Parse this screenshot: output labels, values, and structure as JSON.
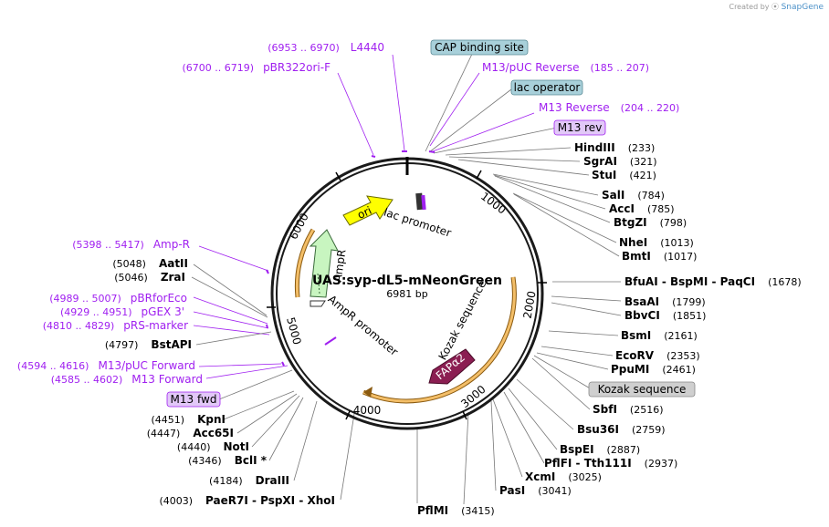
{
  "plasmid": {
    "name": "UAS:syp-dL5-mNeonGreen",
    "size": "6981 bp"
  },
  "credit": {
    "created_by": "Created by",
    "brand": "SnapGene"
  },
  "ticks": [
    {
      "id": "t1000",
      "label": "1000"
    },
    {
      "id": "t2000",
      "label": "2000"
    },
    {
      "id": "t3000",
      "label": "3000"
    },
    {
      "id": "t4000",
      "label": "4000"
    },
    {
      "id": "t5000",
      "label": "5000"
    },
    {
      "id": "t6000",
      "label": "6000"
    }
  ],
  "features": {
    "ori": "ori",
    "lac_promoter": "lac promoter",
    "ampr_arrow": "AmpR",
    "ampr_label": "AmpR",
    "ampr_promoter": "AmpR promoter",
    "kozak_sequence": "Kozak sequence",
    "fapa2": "FAPα2"
  },
  "enzymes": [
    {
      "id": "hindiii",
      "name": "HindIII",
      "pos": "(233)"
    },
    {
      "id": "sgrai",
      "name": "SgrAI",
      "pos": "(321)"
    },
    {
      "id": "stui",
      "name": "StuI",
      "pos": "(421)"
    },
    {
      "id": "sali",
      "name": "SalI",
      "pos": "(784)"
    },
    {
      "id": "acci",
      "name": "AccI",
      "pos": "(785)"
    },
    {
      "id": "btgzi",
      "name": "BtgZI",
      "pos": "(798)"
    },
    {
      "id": "nhei",
      "name": "NheI",
      "pos": "(1013)"
    },
    {
      "id": "bmti",
      "name": "BmtI",
      "pos": "(1017)"
    },
    {
      "id": "bfuai",
      "name": "BfuAI - BspMI - PaqCI",
      "pos": "(1678)"
    },
    {
      "id": "bsaai",
      "name": "BsaAI",
      "pos": "(1799)"
    },
    {
      "id": "bbvci",
      "name": "BbvCI",
      "pos": "(1851)"
    },
    {
      "id": "bsmi",
      "name": "BsmI",
      "pos": "(2161)"
    },
    {
      "id": "ecorv",
      "name": "EcoRV",
      "pos": "(2353)"
    },
    {
      "id": "ppumi",
      "name": "PpuMI",
      "pos": "(2461)"
    },
    {
      "id": "sbfi",
      "name": "SbfI",
      "pos": "(2516)"
    },
    {
      "id": "bsu36i",
      "name": "Bsu36I",
      "pos": "(2759)"
    },
    {
      "id": "bspei",
      "name": "BspEI",
      "pos": "(2887)"
    },
    {
      "id": "pflfi",
      "name": "PflFI - Tth111I",
      "pos": "(2937)"
    },
    {
      "id": "xcmi",
      "name": "XcmI",
      "pos": "(3025)"
    },
    {
      "id": "pasi",
      "name": "PasI",
      "pos": "(3041)"
    },
    {
      "id": "pflmi",
      "name": "PflMI",
      "pos": "(3415)"
    },
    {
      "id": "paer7i",
      "name": "PaeR7I - PspXI - XhoI",
      "pos": "(4003)"
    },
    {
      "id": "draiii",
      "name": "DraIII",
      "pos": "(4184)"
    },
    {
      "id": "bcli",
      "name": "BclI *",
      "pos": "(4346)"
    },
    {
      "id": "noti",
      "name": "NotI",
      "pos": "(4440)"
    },
    {
      "id": "acc65i",
      "name": "Acc65I",
      "pos": "(4447)"
    },
    {
      "id": "kpni",
      "name": "KpnI",
      "pos": "(4451)"
    },
    {
      "id": "bstapi",
      "name": "BstAPI",
      "pos": "(4797)"
    },
    {
      "id": "zrai",
      "name": "ZraI",
      "pos": "(5046)"
    },
    {
      "id": "aatii",
      "name": "AatII",
      "pos": "(5048)"
    }
  ],
  "primers": [
    {
      "id": "l4440",
      "name": "L4440",
      "range": "(6953 .. 6970)"
    },
    {
      "id": "pbr322ori",
      "name": "pBR322ori-F",
      "range": "(6700 .. 6719)"
    },
    {
      "id": "m13puc_rev",
      "name": "M13/pUC Reverse",
      "range": "(185 .. 207)"
    },
    {
      "id": "m13_reverse",
      "name": "M13 Reverse",
      "range": "(204 .. 220)"
    },
    {
      "id": "ampr",
      "name": "Amp-R",
      "range": "(5398 .. 5417)"
    },
    {
      "id": "pbrforeco",
      "name": "pBRforEco",
      "range": "(4989 .. 5007)"
    },
    {
      "id": "pgex3",
      "name": "pGEX 3'",
      "range": "(4929 .. 4951)"
    },
    {
      "id": "prsmarker",
      "name": "pRS-marker",
      "range": "(4810 .. 4829)"
    },
    {
      "id": "m13puc_fwd",
      "name": "M13/pUC Forward",
      "range": "(4594 .. 4616)"
    },
    {
      "id": "m13_forward",
      "name": "M13 Forward",
      "range": "(4585 .. 4602)"
    }
  ],
  "boxes": {
    "cap": "CAP binding site",
    "lac_operator": "lac operator",
    "m13rev": "M13 rev",
    "m13fwd": "M13 fwd",
    "kozak": "Kozak sequence"
  },
  "colors": {
    "backbone": "#1a1a1a",
    "ori": "#ffff00",
    "ampr": "#c8f5c0",
    "fapa2": "#8b1e52",
    "kozak_arc": "#e8a43a",
    "primer": "#a020f0",
    "box_blue": "#a8d0da",
    "box_purple": "#e2c8f8",
    "box_grey": "#cfcfcf"
  }
}
